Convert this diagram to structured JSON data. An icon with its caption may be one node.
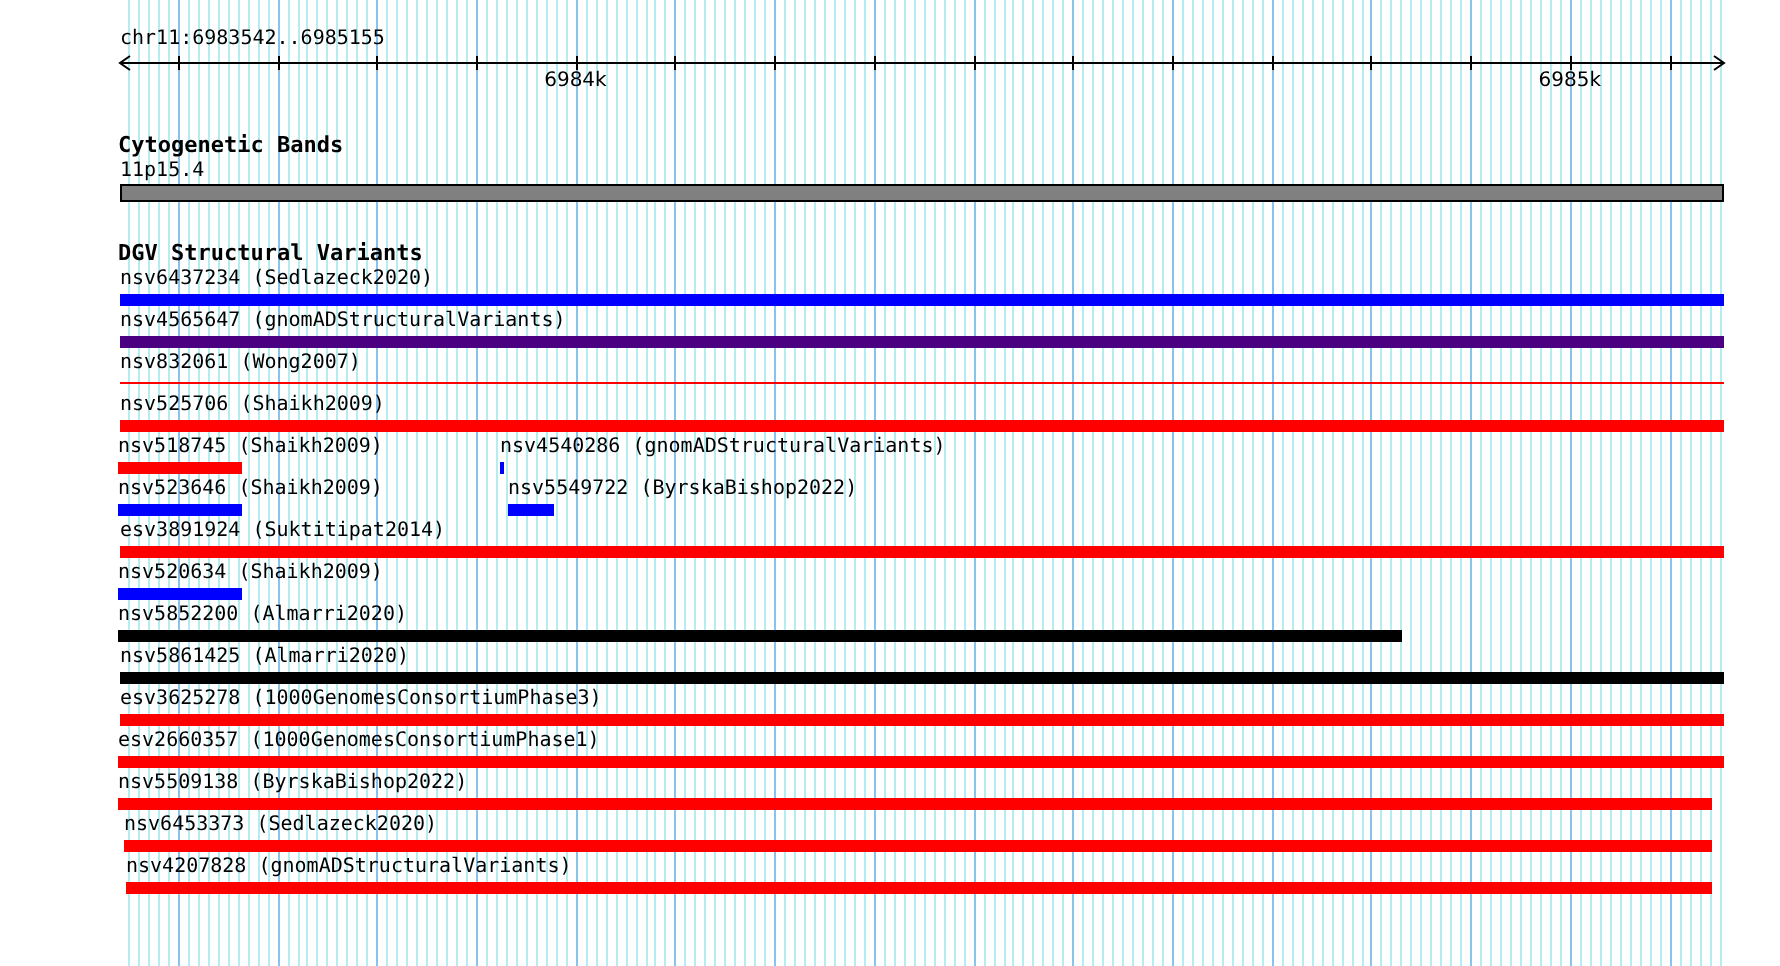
{
  "diagram": {
    "title": "chr11:6983542..6985155",
    "nodes": [
      {
        "text": [
          "Cytogenetic Bands"
        ]
      },
      {
        "text": [
          "11p15.4"
        ],
        "in": 0
      },
      {
        "text": [
          "DGV Structural Variants"
        ]
      },
      {
        "text": [
          "nsv6437234 (Sedlazeck2020)"
        ],
        "in": 2
      },
      {
        "text": [
          "nsv4565647 (gnomADStructuralVariants)"
        ],
        "in": 2
      },
      {
        "text": [
          "nsv832061 (Wong2007)"
        ],
        "in": 2
      },
      {
        "text": [
          "nsv525706 (Shaikh2009)"
        ],
        "in": 2
      },
      {
        "text": [
          "nsv518745 (Shaikh2009)"
        ],
        "in": 2
      },
      {
        "text": [
          "nsv4540286 (gnomADStructuralVariants)"
        ],
        "in": 2
      },
      {
        "text": [
          "nsv523646 (Shaikh2009)"
        ],
        "in": 2
      },
      {
        "text": [
          "nsv5549722 (ByrskaBishop2022)"
        ],
        "in": 2
      },
      {
        "text": [
          "esv3891924 (Suktitipat2014)"
        ],
        "in": 2
      },
      {
        "text": [
          "nsv520634 (Shaikh2009)"
        ],
        "in": 2
      },
      {
        "text": [
          "nsv5852200 (Almarri2020)"
        ],
        "in": 2
      },
      {
        "text": [
          "nsv5861425 (Almarri2020)"
        ],
        "in": 2
      },
      {
        "text": [
          "esv3625278 (1000GenomesConsortiumPhase3)"
        ],
        "in": 2
      },
      {
        "text": [
          "esv2660357 (1000GenomesConsortiumPhase1)"
        ],
        "in": 2
      },
      {
        "text": [
          "nsv5509138 (ByrskaBishop2022)"
        ],
        "in": 2
      },
      {
        "text": [
          "nsv6453373 (Sedlazeck2020)"
        ],
        "in": 2
      },
      {
        "text": [
          "nsv4207828 (gnomADStructuralVariants)"
        ],
        "in": 2
      }
    ],
    "labels": [
      "6984k",
      "6985k"
    ]
  }
}
